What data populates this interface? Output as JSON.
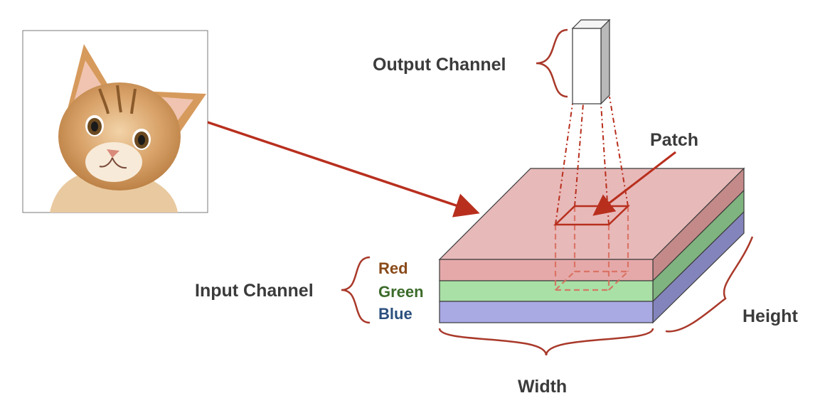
{
  "labels": {
    "output_channel": "Output Channel",
    "patch": "Patch",
    "input_channel": "Input Channel",
    "height": "Height",
    "width": "Width"
  },
  "channels": [
    {
      "name": "Red",
      "text_color": "#8a4a1a",
      "fill": "#e6a9a9"
    },
    {
      "name": "Green",
      "text_color": "#3c6b2a",
      "fill": "#a9e0a6"
    },
    {
      "name": "Blue",
      "text_color": "#2a4f7e",
      "fill": "#a9a9e4"
    }
  ],
  "colors": {
    "accent": "#b82f1e",
    "brace": "#a9392a",
    "label_text": "#3b3b3b"
  },
  "icons": {
    "photo": "kitten-photo",
    "arrow": "arrow"
  }
}
